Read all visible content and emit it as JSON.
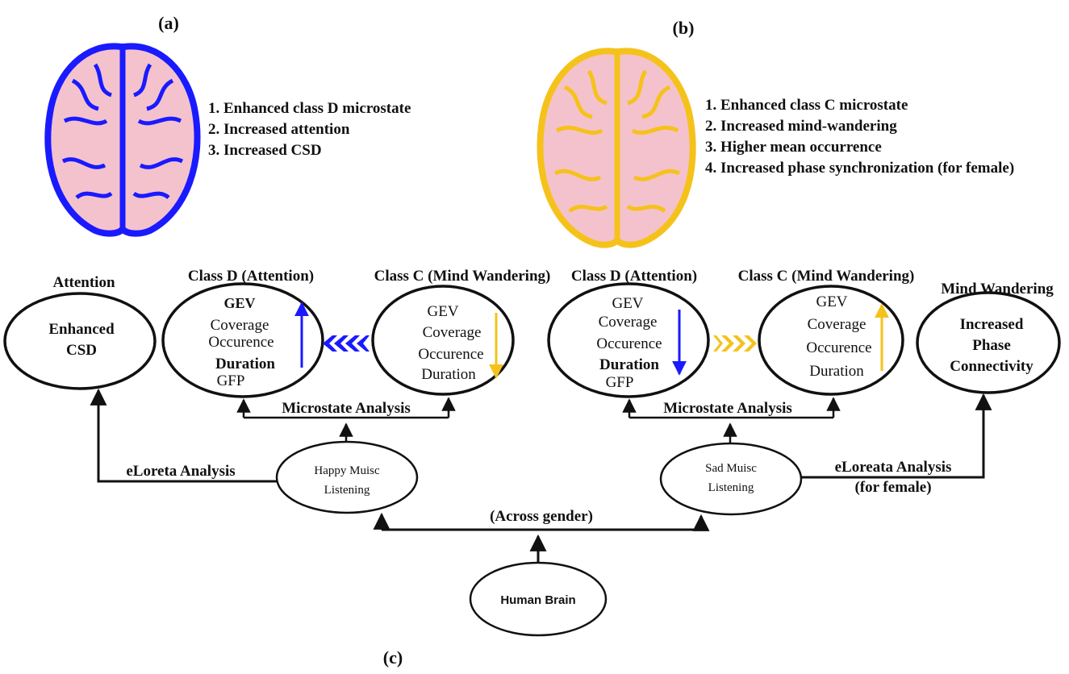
{
  "panels": {
    "a": {
      "label": "(a)",
      "findings": [
        "1. Enhanced class D microstate",
        "2. Increased attention",
        "3. Increased CSD"
      ]
    },
    "b": {
      "label": "(b)",
      "findings": [
        "1. Enhanced class C microstate",
        "2. Increased mind-wandering",
        "3. Higher mean occurrence",
        "4. Increased phase synchronization (for female)"
      ]
    },
    "c": {
      "label": "(c)"
    }
  },
  "left": {
    "attention_title": "Attention",
    "attention_body": [
      "Enhanced",
      "CSD"
    ],
    "classD_title": "Class D  (Attention)",
    "classD_metrics": [
      "GEV",
      "Coverage",
      "Occurence",
      "Duration",
      "GFP"
    ],
    "classC_title": "Class C (Mind Wandering)",
    "classC_metrics": [
      "GEV",
      "Coverage",
      "Occurence",
      "Duration"
    ],
    "microstate_label": "Microstate Analysis",
    "eloreta_label": "eLoreta Analysis",
    "music_node": [
      "Happy Muisc",
      "Listening"
    ]
  },
  "right": {
    "classD_title": "Class D  (Attention)",
    "classD_metrics": [
      "GEV",
      "Coverage",
      "Occurence",
      "Duration",
      "GFP"
    ],
    "classC_title": "Class C (Mind Wandering)",
    "classC_metrics": [
      "GEV",
      "Coverage",
      "Occurence",
      "Duration"
    ],
    "mw_title": "Mind Wandering",
    "mw_body": [
      "Increased",
      "Phase",
      "Connectivity"
    ],
    "microstate_label": "Microstate Analysis",
    "eloreta_label": [
      "eLoreata Analysis",
      "(for female)"
    ],
    "music_node": [
      "Sad Muisc",
      "Listening"
    ]
  },
  "root": {
    "across_label": "(Across gender)",
    "brain_node": "Human Brain"
  },
  "colors": {
    "blue": "#1a1aff",
    "yellow": "#f5c21b",
    "brain_fill": "#f4c2cc"
  }
}
